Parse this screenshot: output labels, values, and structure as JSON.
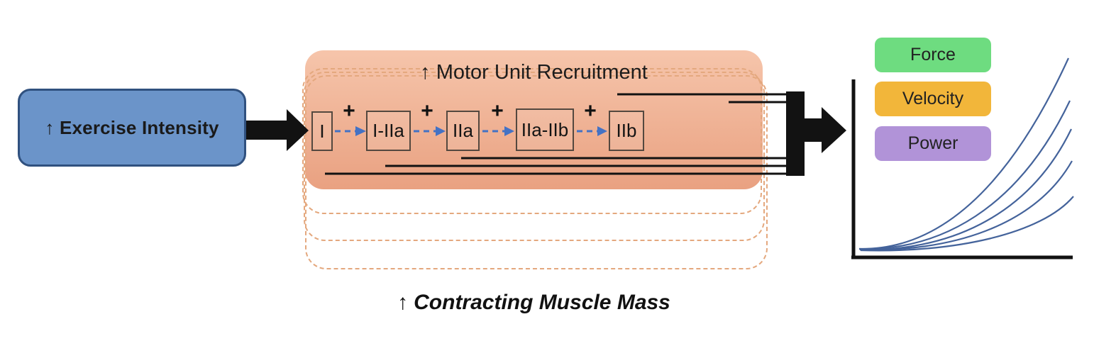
{
  "diagram": {
    "left_box": {
      "label": "↑ Exercise Intensity"
    },
    "recruitment": {
      "title": "↑ Motor Unit Recruitment",
      "plus": "+",
      "units": [
        "I",
        "I-IIa",
        "IIa",
        "IIa-IIb",
        "IIb"
      ]
    },
    "caption": {
      "arrow": "↑",
      "text": "Contracting Muscle Mass"
    }
  },
  "legend": {
    "items": [
      {
        "label": "Force",
        "color": "#6edc80"
      },
      {
        "label": "Velocity",
        "color": "#f2b63a"
      },
      {
        "label": "Power",
        "color": "#b193d8"
      }
    ]
  },
  "colors": {
    "blue_box_fill": "#6b94c9",
    "blue_box_border": "#30517f",
    "orange_top": "#f6c5ab",
    "orange_bottom": "#e9a181",
    "dashed_outline": "#e4a87e",
    "flow_box_border": "#54483f",
    "flow_box_fill": "rgba(255,255,255,0.10)",
    "connector_blue": "#4472c4",
    "black": "#121212",
    "curve": "#44639b",
    "axis": "#121212",
    "text": "#1a1a1a"
  },
  "chart_data": {
    "type": "line",
    "title": "",
    "xlabel": "",
    "ylabel": "",
    "axes_labeled": false,
    "grid": false,
    "legend_position": "upper-left",
    "legend": [
      "Force",
      "Velocity",
      "Power"
    ],
    "series": [
      {
        "name": "curve-1",
        "shape": "exponential-rise",
        "relative_peak": 1.0
      },
      {
        "name": "curve-2",
        "shape": "exponential-rise",
        "relative_peak": 0.79
      },
      {
        "name": "curve-3",
        "shape": "exponential-rise",
        "relative_peak": 0.64
      },
      {
        "name": "curve-4",
        "shape": "exponential-rise",
        "relative_peak": 0.48
      },
      {
        "name": "curve-5",
        "shape": "exponential-rise",
        "relative_peak": 0.31
      }
    ]
  }
}
